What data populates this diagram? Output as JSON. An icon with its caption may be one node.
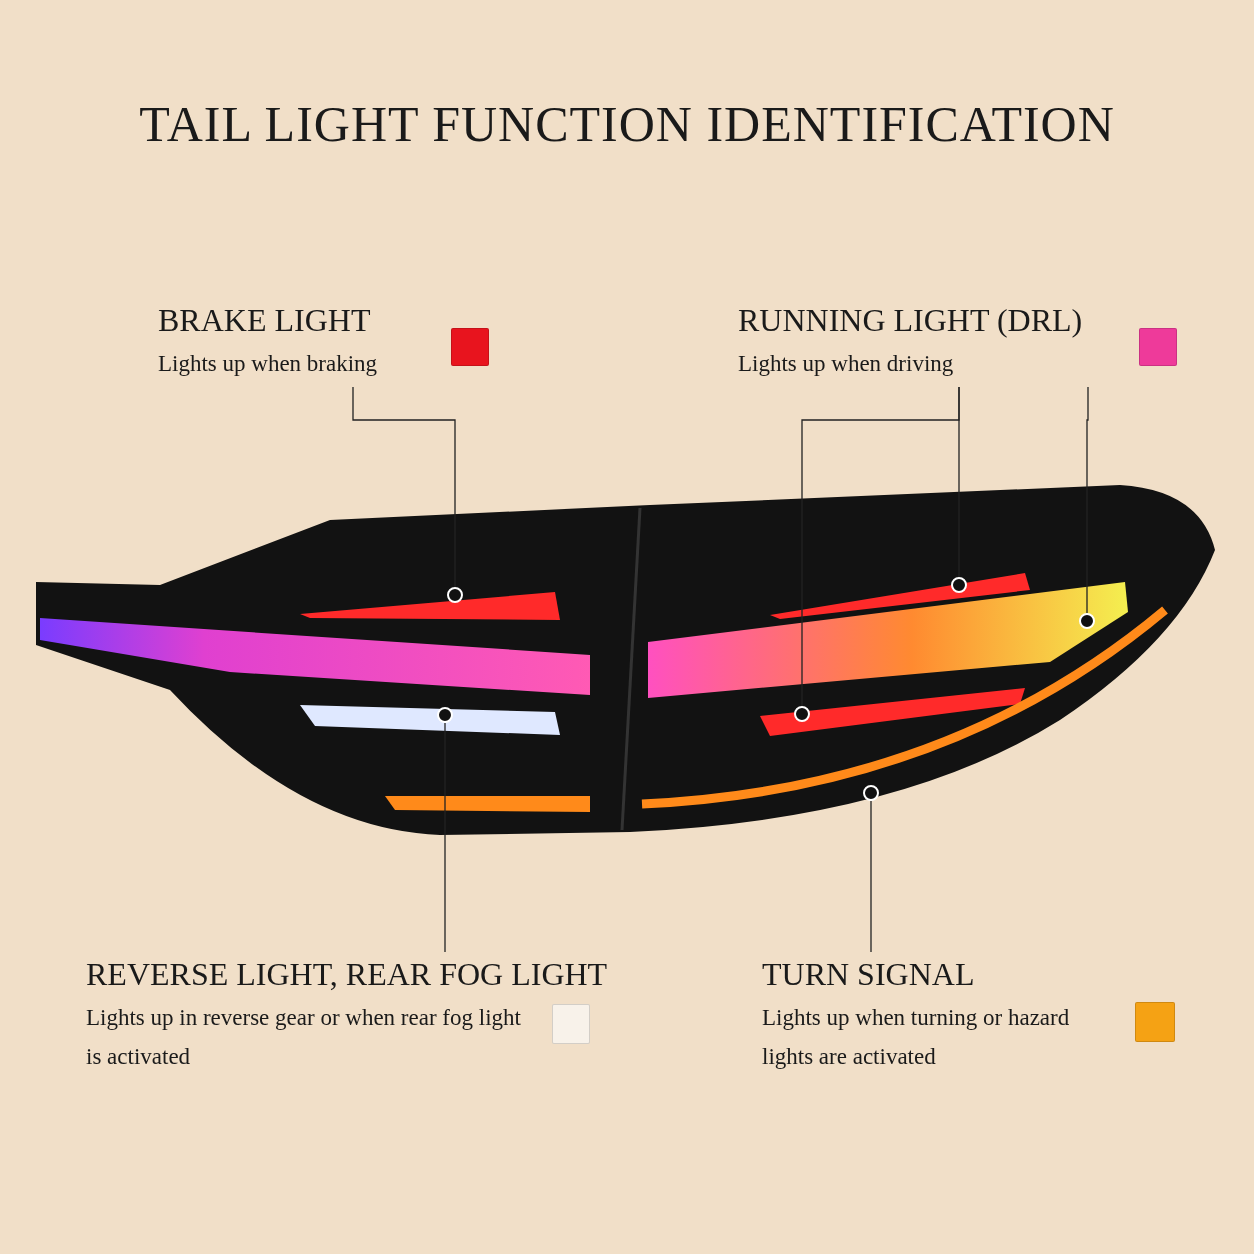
{
  "diagram": {
    "title": "TAIL LIGHT FUNCTION IDENTIFICATION",
    "nodes": [
      {
        "text": [
          "BRAKE LIGHT",
          "Lights up when braking"
        ]
      },
      {
        "text": [],
        "shape": "box"
      },
      {
        "text": [
          "RUNNING LIGHT (DRL)",
          "Lights up when driving"
        ]
      },
      {
        "text": [],
        "shape": "box"
      },
      {
        "text": [
          "REVERSE LIGHT, REAR FOG LIGHT",
          "Lights up in reverse gear or when rear fog light is activated"
        ]
      },
      {
        "text": [],
        "shape": "box"
      },
      {
        "text": [
          "TURN SIGNAL",
          "Lights up when turning or hazard lights are activated"
        ]
      },
      {
        "text": [],
        "shape": "box"
      },
      {
        "text": [],
        "shape": "circle"
      },
      {
        "text": [],
        "shape": "circle"
      },
      {
        "text": [],
        "shape": "circle"
      },
      {
        "text": [],
        "shape": "circle"
      },
      {
        "text": [],
        "shape": "circle"
      },
      {
        "text": [],
        "shape": "circle"
      }
    ],
    "edges": [
      {
        "from": 0,
        "to": 8,
        "arrow": "none"
      },
      {
        "from": 2,
        "to": 9,
        "arrow": "none"
      },
      {
        "from": 2,
        "to": 10,
        "arrow": "none"
      },
      {
        "from": 2,
        "to": 11,
        "arrow": "none"
      },
      {
        "from": 4,
        "to": 12,
        "arrow": "none"
      },
      {
        "from": 6,
        "to": 13,
        "arrow": "none"
      }
    ]
  }
}
